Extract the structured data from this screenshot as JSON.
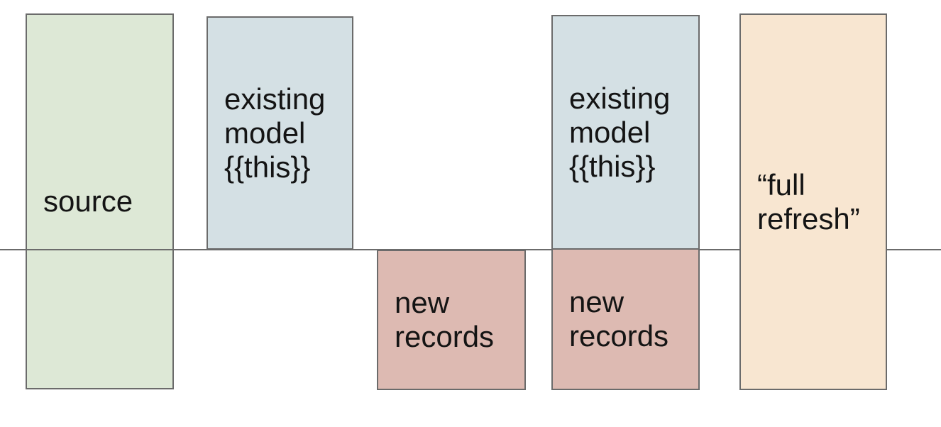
{
  "diagram": {
    "background": "#ffffff",
    "border_color": "#6b6b6b",
    "text_color": "#141414",
    "timeline": {
      "color": "#6b6b6b"
    },
    "boxes": [
      {
        "key": "source",
        "label": "source",
        "fill": "#dde8d6"
      },
      {
        "key": "existing-model-1",
        "label": "existing\nmodel\n{{this}}",
        "fill": "#d4e0e4"
      },
      {
        "key": "new-records-1",
        "label": "new\nrecords",
        "fill": "#ddbab2"
      },
      {
        "key": "existing-model-2",
        "label": "existing\nmodel\n{{this}}",
        "fill": "#d4e0e4"
      },
      {
        "key": "new-records-2",
        "label": "new\nrecords",
        "fill": "#ddbab2"
      },
      {
        "key": "full-refresh",
        "label": "“full\nrefresh”",
        "fill": "#f8e6d1"
      }
    ]
  }
}
